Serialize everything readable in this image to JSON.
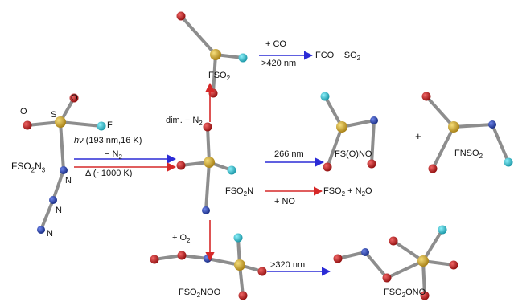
{
  "colors": {
    "sulfur": "#c9a227",
    "oxygen": "#c81e1e",
    "fluorine": "#21c3d6",
    "nitrogen": "#1f3fb8",
    "bond": "#8d8d8d",
    "arrow_blue": "#2b2bd6",
    "arrow_red": "#d62828"
  },
  "molecules": {
    "fso2n3": {
      "main": "FSO",
      "sub": "2",
      "tail": "N",
      "sub2": "3",
      "atom_o1": "O",
      "atom_o2": "O",
      "atom_s": "S",
      "atom_f": "F",
      "atom_n1": "N",
      "atom_n2": "N",
      "atom_n3": "N"
    },
    "fso2": {
      "main": "FSO",
      "sub": "2"
    },
    "fso2n": {
      "main": "FSO",
      "sub": "2",
      "tail": "N"
    },
    "fsono": {
      "text": "FS(O)NO"
    },
    "fnso2": {
      "main": "FNSO",
      "sub": "2"
    },
    "fso2noo": {
      "main": "FSO",
      "sub": "2",
      "tail": "NOO"
    },
    "fso2ono": {
      "main": "FSO",
      "sub": "2",
      "tail": "ONO"
    }
  },
  "conditions": {
    "photolysis_hv": "hν",
    "photolysis_rest": " (193 nm,16 K)",
    "minus_n2": "− N",
    "minus_n2_sub": "2",
    "thermal": "Δ (~1000 K)",
    "dim_prefix": "dim.",
    "dim_minus": " − N",
    "dim_sub": "2",
    "co_plus": "+ CO",
    "co_wavelength": ">420 nm",
    "nm266": "266 nm",
    "no_plus": "+ NO",
    "o2_plus": "+ O",
    "o2_sub": "2",
    "nm320": ">320 nm"
  },
  "products": {
    "fco_so2": {
      "main": "FCO + SO",
      "sub": "2"
    },
    "so2_n2o": {
      "p1": "FSO",
      "s1": "2",
      "p2": " + N",
      "s2": "2",
      "p3": "O"
    },
    "plus_sign": "+"
  }
}
